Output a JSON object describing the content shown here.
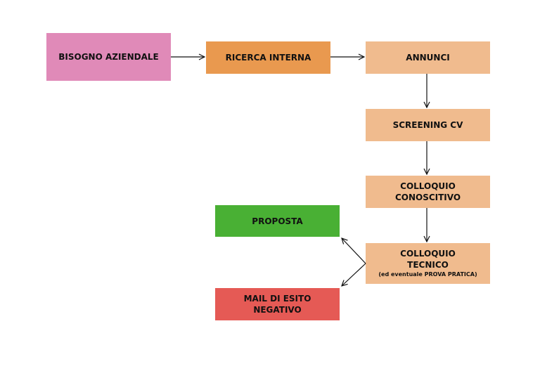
{
  "colors": {
    "business_need": "#e08ab8",
    "internal_search": "#e9994f",
    "step": "#f0bb8e",
    "proposal": "#49b034",
    "negative": "#e55a55",
    "arrow": "#111111"
  },
  "nodes": {
    "bisogno": "BISOGNO AZIENDALE",
    "ricerca": "RICERCA INTERNA",
    "annunci": "ANNUNCI",
    "screening": "SCREENING CV",
    "conoscitivo_1": "COLLOQUIO",
    "conoscitivo_2": "CONOSCITIVO",
    "tecnico_1": "COLLOQUIO",
    "tecnico_2": "TECNICO",
    "tecnico_note": "(ed eventuale PROVA PRATICA)",
    "proposta": "PROPOSTA",
    "mail_1": "MAIL DI ESITO",
    "mail_2": "NEGATIVO"
  },
  "edges": [
    [
      "bisogno",
      "ricerca"
    ],
    [
      "ricerca",
      "annunci"
    ],
    [
      "annunci",
      "screening"
    ],
    [
      "screening",
      "conoscitivo"
    ],
    [
      "conoscitivo",
      "tecnico"
    ],
    [
      "tecnico",
      "proposta"
    ],
    [
      "tecnico",
      "mail"
    ]
  ]
}
